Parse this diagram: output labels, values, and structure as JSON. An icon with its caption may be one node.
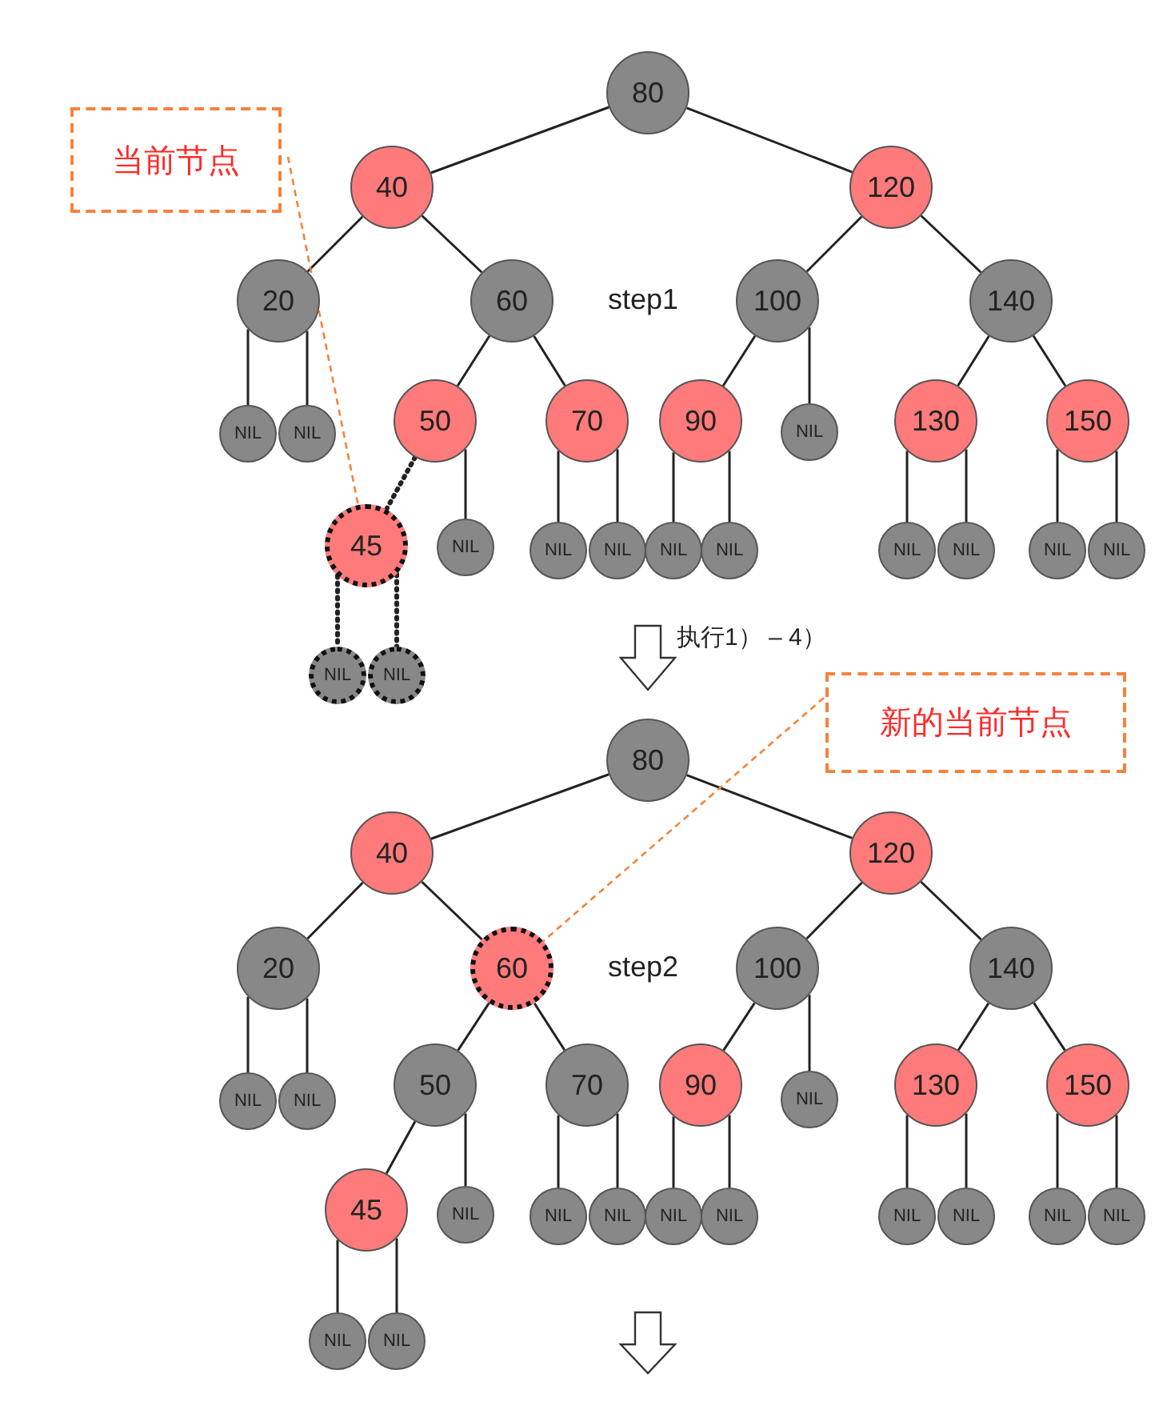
{
  "diagram": {
    "nodes": [
      {
        "text": [
          "当前节点"
        ]
      },
      {
        "text": [
          "80"
        ]
      },
      {
        "text": [
          "40"
        ]
      },
      {
        "text": [
          "120"
        ]
      },
      {
        "text": [
          "20"
        ]
      },
      {
        "text": [
          "60"
        ]
      },
      {
        "text": [
          "100"
        ]
      },
      {
        "text": [
          "140"
        ]
      },
      {
        "text": [
          "NIL"
        ]
      },
      {
        "text": [
          "NIL"
        ]
      },
      {
        "text": [
          "50"
        ]
      },
      {
        "text": [
          "70"
        ]
      },
      {
        "text": [
          "90"
        ]
      },
      {
        "text": [
          "NIL"
        ]
      },
      {
        "text": [
          "130"
        ]
      },
      {
        "text": [
          "150"
        ]
      },
      {
        "text": [
          "45"
        ]
      },
      {
        "text": [
          "NIL"
        ]
      },
      {
        "text": [
          "NIL"
        ]
      },
      {
        "text": [
          "NIL"
        ]
      },
      {
        "text": [
          "NIL"
        ]
      },
      {
        "text": [
          "NIL"
        ]
      },
      {
        "text": [
          "NIL"
        ]
      },
      {
        "text": [
          "NIL"
        ]
      },
      {
        "text": [
          "NIL"
        ]
      },
      {
        "text": [
          "NIL"
        ]
      },
      {
        "text": [
          "NIL"
        ]
      },
      {
        "text": [
          "NIL"
        ]
      },
      {
        "text": [
          "新的当前节点"
        ]
      },
      {
        "text": [
          "80"
        ]
      },
      {
        "text": [
          "40"
        ]
      },
      {
        "text": [
          "120"
        ]
      },
      {
        "text": [
          "20"
        ]
      },
      {
        "text": [
          "60"
        ]
      },
      {
        "text": [
          "100"
        ]
      },
      {
        "text": [
          "140"
        ]
      },
      {
        "text": [
          "NIL"
        ]
      },
      {
        "text": [
          "NIL"
        ]
      },
      {
        "text": [
          "50"
        ]
      },
      {
        "text": [
          "70"
        ]
      },
      {
        "text": [
          "90"
        ]
      },
      {
        "text": [
          "NIL"
        ]
      },
      {
        "text": [
          "130"
        ]
      },
      {
        "text": [
          "150"
        ]
      },
      {
        "text": [
          "45"
        ]
      },
      {
        "text": [
          "NIL"
        ]
      },
      {
        "text": [
          "NIL"
        ]
      },
      {
        "text": [
          "NIL"
        ]
      },
      {
        "text": [
          "NIL"
        ]
      },
      {
        "text": [
          "NIL"
        ]
      },
      {
        "text": [
          "NIL"
        ]
      },
      {
        "text": [
          "NIL"
        ]
      },
      {
        "text": [
          "NIL"
        ]
      },
      {
        "text": [
          "NIL"
        ]
      },
      {
        "text": [
          "NIL"
        ]
      },
      {
        "text": [
          "NIL"
        ]
      }
    ],
    "edges": [
      {
        "from": 1,
        "to": 2,
        "arrow": "none"
      },
      {
        "from": 1,
        "to": 3,
        "arrow": "none"
      },
      {
        "from": 2,
        "to": 4,
        "arrow": "none"
      },
      {
        "from": 2,
        "to": 5,
        "arrow": "none"
      },
      {
        "from": 3,
        "to": 6,
        "arrow": "none"
      },
      {
        "from": 3,
        "to": 7,
        "arrow": "none"
      },
      {
        "from": 4,
        "to": 8,
        "arrow": "none"
      },
      {
        "from": 4,
        "to": 9,
        "arrow": "none"
      },
      {
        "from": 5,
        "to": 10,
        "arrow": "none"
      },
      {
        "from": 5,
        "to": 11,
        "arrow": "none"
      },
      {
        "from": 6,
        "to": 12,
        "arrow": "none"
      },
      {
        "from": 6,
        "to": 13,
        "arrow": "none"
      },
      {
        "from": 7,
        "to": 14,
        "arrow": "none"
      },
      {
        "from": 7,
        "to": 15,
        "arrow": "none"
      },
      {
        "from": 10,
        "to": 16,
        "arrow": "none",
        "style": "dashed"
      },
      {
        "from": 10,
        "to": 17,
        "arrow": "none"
      },
      {
        "from": 11,
        "to": 18,
        "arrow": "none"
      },
      {
        "from": 11,
        "to": 19,
        "arrow": "none"
      },
      {
        "from": 12,
        "to": 20,
        "arrow": "none"
      },
      {
        "from": 12,
        "to": 21,
        "arrow": "none"
      },
      {
        "from": 14,
        "to": 22,
        "arrow": "none"
      },
      {
        "from": 14,
        "to": 23,
        "arrow": "none"
      },
      {
        "from": 15,
        "to": 24,
        "arrow": "none"
      },
      {
        "from": 15,
        "to": 25,
        "arrow": "none"
      },
      {
        "from": 16,
        "to": 26,
        "arrow": "none",
        "style": "dashed"
      },
      {
        "from": 16,
        "to": 27,
        "arrow": "none",
        "style": "dashed"
      },
      {
        "from": 0,
        "to": 16,
        "arrow": "none",
        "style": "dashed",
        "color": "#f5823c"
      },
      {
        "from": 29,
        "to": 30,
        "arrow": "none"
      },
      {
        "from": 29,
        "to": 31,
        "arrow": "none"
      },
      {
        "from": 30,
        "to": 32,
        "arrow": "none"
      },
      {
        "from": 30,
        "to": 33,
        "arrow": "none"
      },
      {
        "from": 31,
        "to": 34,
        "arrow": "none"
      },
      {
        "from": 31,
        "to": 35,
        "arrow": "none"
      },
      {
        "from": 32,
        "to": 36,
        "arrow": "none"
      },
      {
        "from": 32,
        "to": 37,
        "arrow": "none"
      },
      {
        "from": 33,
        "to": 38,
        "arrow": "none"
      },
      {
        "from": 33,
        "to": 39,
        "arrow": "none"
      },
      {
        "from": 34,
        "to": 40,
        "arrow": "none"
      },
      {
        "from": 34,
        "to": 41,
        "arrow": "none"
      },
      {
        "from": 35,
        "to": 42,
        "arrow": "none"
      },
      {
        "from": 35,
        "to": 43,
        "arrow": "none"
      },
      {
        "from": 38,
        "to": 44,
        "arrow": "none"
      },
      {
        "from": 38,
        "to": 45,
        "arrow": "none"
      },
      {
        "from": 39,
        "to": 46,
        "arrow": "none"
      },
      {
        "from": 39,
        "to": 47,
        "arrow": "none"
      },
      {
        "from": 40,
        "to": 48,
        "arrow": "none"
      },
      {
        "from": 40,
        "to": 49,
        "arrow": "none"
      },
      {
        "from": 42,
        "to": 50,
        "arrow": "none"
      },
      {
        "from": 42,
        "to": 51,
        "arrow": "none"
      },
      {
        "from": 43,
        "to": 52,
        "arrow": "none"
      },
      {
        "from": 43,
        "to": 53,
        "arrow": "none"
      },
      {
        "from": 44,
        "to": 54,
        "arrow": "none"
      },
      {
        "from": 44,
        "to": 55,
        "arrow": "none"
      },
      {
        "from": 28,
        "to": 33,
        "arrow": "none",
        "style": "dashed",
        "color": "#f5823c"
      },
      {
        "from": null,
        "to": 29,
        "arrow": "to",
        "label": "执行1） – 4）"
      }
    ],
    "labels": [
      "step1",
      "step2"
    ]
  }
}
